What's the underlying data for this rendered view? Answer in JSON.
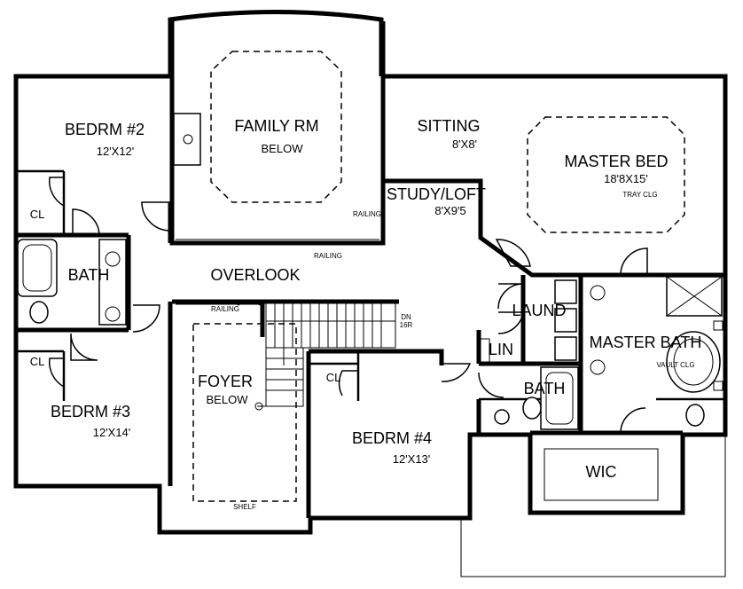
{
  "rooms": {
    "bedroom2": {
      "name": "BEDRM #2",
      "size": "12'X12'"
    },
    "family": {
      "name": "FAMILY RM",
      "note": "BELOW"
    },
    "sitting": {
      "name": "SITTING",
      "size": "8'X8'"
    },
    "master_bed": {
      "name": "MASTER BED",
      "size": "18'8X15'",
      "note": "TRAY CLG"
    },
    "study": {
      "name": "STUDY/LOFT",
      "size": "8'X9'5"
    },
    "bath1": {
      "name": "BATH"
    },
    "overlook": {
      "name": "OVERLOOK"
    },
    "bedroom3": {
      "name": "BEDRM #3",
      "size": "12'X14'"
    },
    "foyer": {
      "name": "FOYER",
      "note": "BELOW"
    },
    "bedroom4": {
      "name": "BEDRM #4",
      "size": "12'X13'"
    },
    "laundry": {
      "name": "LAUND"
    },
    "linen": {
      "name": "LIN"
    },
    "bath2": {
      "name": "BATH"
    },
    "master_bath": {
      "name": "MASTER BATH",
      "note": "VAULT CLG"
    },
    "wic": {
      "name": "WIC"
    }
  },
  "closets": {
    "cl2": "CL",
    "cl3": "CL",
    "cl4": "CL"
  },
  "annotations": {
    "railing_family": "RAILING",
    "railing_bottom": "RAILING",
    "railing_overlook": "RAILING",
    "stairs_dn": "DN",
    "stairs_treads": "16R",
    "shelf": "SHELF"
  }
}
